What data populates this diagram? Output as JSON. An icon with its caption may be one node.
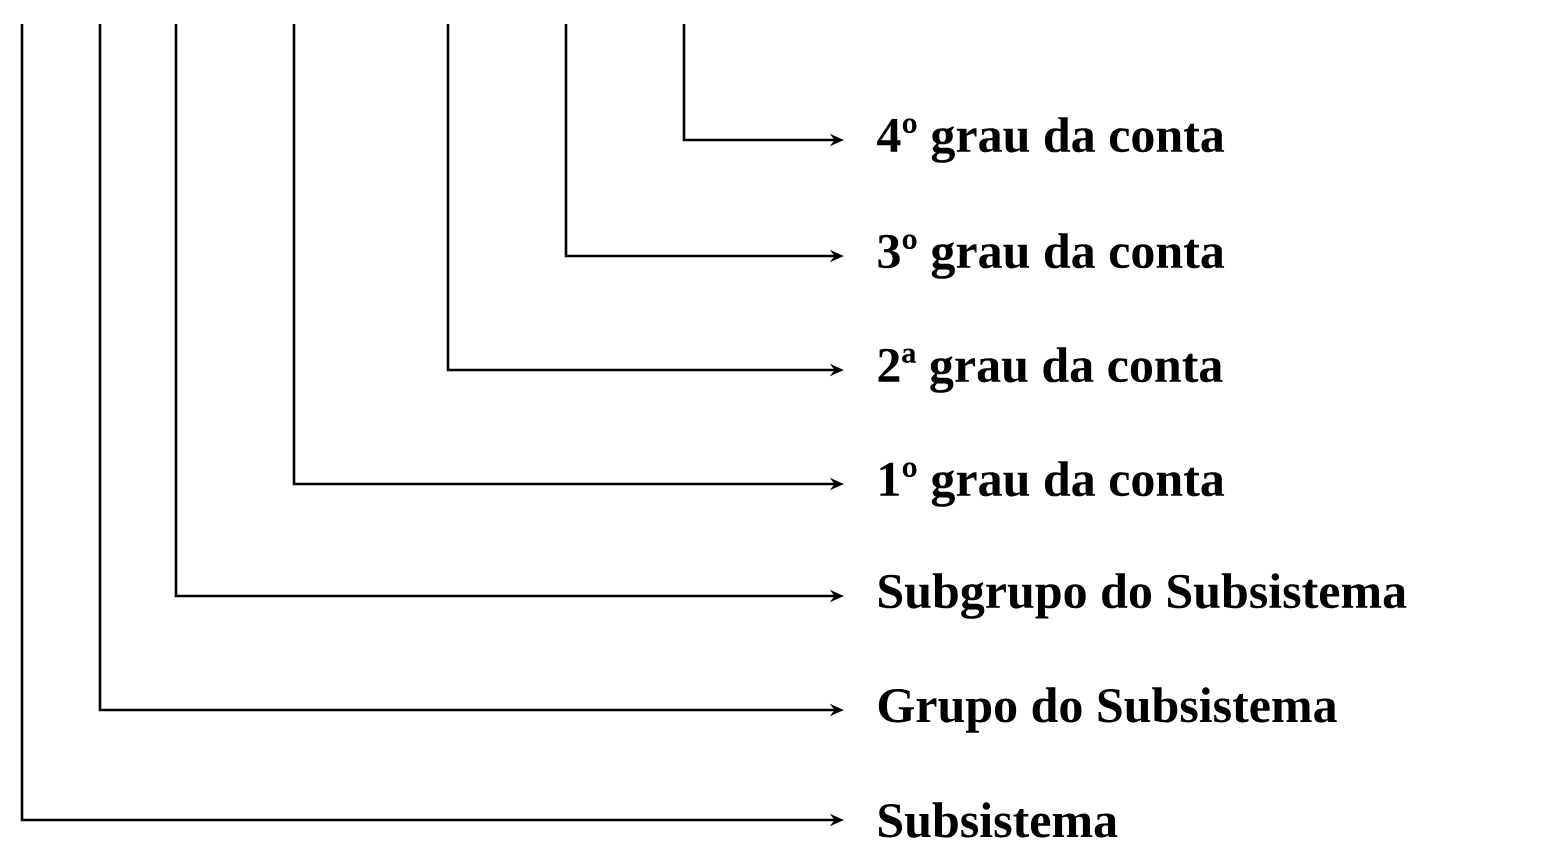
{
  "diagram": {
    "nodes": [
      {
        "text": [
          "4º grau da conta"
        ]
      },
      {
        "text": [
          "3º grau da conta"
        ]
      },
      {
        "text": [
          "2ª grau da conta"
        ]
      },
      {
        "text": [
          "1º grau da conta"
        ]
      },
      {
        "text": [
          "Subgrupo do Subsistema"
        ]
      },
      {
        "text": [
          "Grupo do Subsistema"
        ]
      },
      {
        "text": [
          "Subsistema"
        ]
      }
    ],
    "edges": [
      {
        "from": null,
        "to": 0,
        "arrow": "to"
      },
      {
        "from": null,
        "to": 1,
        "arrow": "to"
      },
      {
        "from": null,
        "to": 2,
        "arrow": "to"
      },
      {
        "from": null,
        "to": 3,
        "arrow": "to"
      },
      {
        "from": null,
        "to": 4,
        "arrow": "to"
      },
      {
        "from": null,
        "to": 5,
        "arrow": "to"
      },
      {
        "from": null,
        "to": 6,
        "arrow": "to"
      }
    ]
  }
}
